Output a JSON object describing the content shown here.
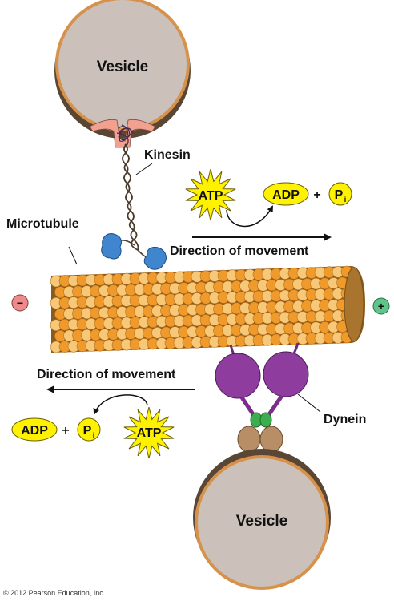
{
  "labels": {
    "vesicle_top": "Vesicle",
    "vesicle_bottom": "Vesicle",
    "kinesin": "Kinesin",
    "microtubule": "Microtubule",
    "dynein": "Dynein",
    "direction_top": "Direction of movement",
    "direction_bottom": "Direction of movement",
    "minus_end": "−",
    "plus_end": "+"
  },
  "reaction_top": {
    "atp": "ATP",
    "adp": "ADP",
    "plus": "+",
    "p": "P",
    "p_sub": "i"
  },
  "reaction_bottom": {
    "atp": "ATP",
    "adp": "ADP",
    "plus": "+",
    "p": "P",
    "p_sub": "i"
  },
  "copyright": "© 2012 Pearson Education, Inc.",
  "colors": {
    "vesicle_fill": "#cbc1ba",
    "vesicle_rim": "#d6924a",
    "vesicle_shadow": "#5a4634",
    "tubulin_light": "#f7c878",
    "tubulin_dark": "#ef9a2a",
    "kinesin_head": "#3f86cf",
    "kinesin_anchor": "#f2a08f",
    "dynein_head": "#8e3c9e",
    "dynein_green": "#3cae4e",
    "dynein_tan": "#b78e65",
    "atp_star": "#fff200",
    "minus_badge": "#f08a8a",
    "plus_badge": "#5fc48a"
  }
}
